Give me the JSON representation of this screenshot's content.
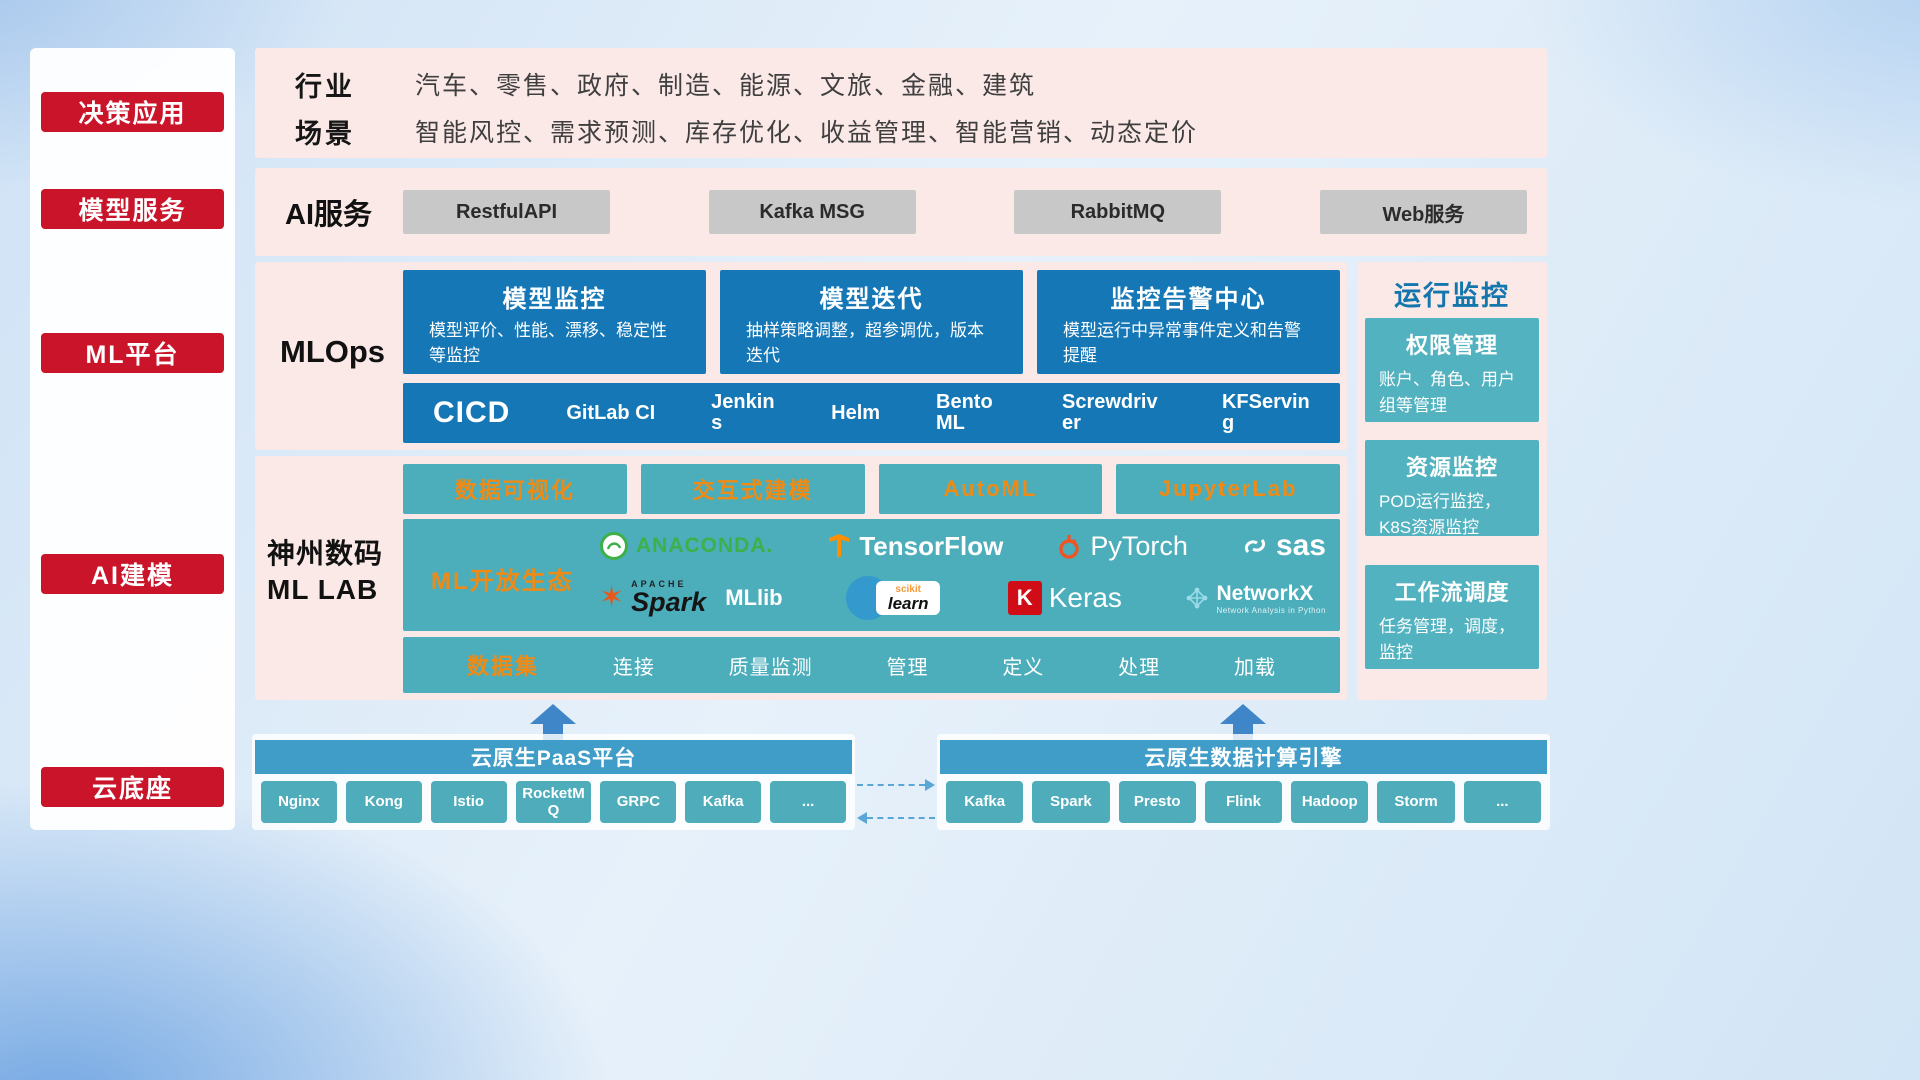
{
  "sidebar": {
    "items": [
      "决策应用",
      "模型服务",
      "ML平台",
      "AI建模",
      "云底座"
    ]
  },
  "top_row": {
    "industry_label": "行业",
    "industry_list": "汽车、零售、政府、制造、能源、文旅、金融、建筑",
    "scenario_label": "场景",
    "scenario_list": "智能风控、需求预测、库存优化、收益管理、智能营销、动态定价"
  },
  "ai_service": {
    "label": "AI服务",
    "buttons": [
      "RestfulAPI",
      "Kafka MSG",
      "RabbitMQ",
      "Web服务"
    ]
  },
  "mlops": {
    "label": "MLOps",
    "boxes": [
      {
        "title": "模型监控",
        "desc": "模型评价、性能、漂移、稳定性等监控"
      },
      {
        "title": "模型迭代",
        "desc": "抽样策略调整，超参调优，版本迭代"
      },
      {
        "title": "监控告警中心",
        "desc": "模型运行中异常事件定义和告警提醒"
      }
    ],
    "cicd": {
      "label": "CICD",
      "items": [
        "GitLab CI",
        "Jenkins",
        "Helm",
        "BentoML",
        "Screwdriver",
        "KFServing"
      ]
    }
  },
  "mllab": {
    "label_line1": "神州数码",
    "label_line2": "ML LAB",
    "tools": [
      "数据可视化",
      "交互式建模",
      "AutoML",
      "JupyterLab"
    ],
    "eco_label": "ML开放生态",
    "logos": {
      "anaconda": "ANACONDA.",
      "tensorflow": "TensorFlow",
      "pytorch": "PyTorch",
      "sas": "sas",
      "spark_apache": "APACHE",
      "spark": "Spark",
      "mllib": "MLlib",
      "scikit_pre": "scikit",
      "scikit": "learn",
      "keras_k": "K",
      "keras": "Keras",
      "networkx": "NetworkX",
      "networkx_sub": "Network Analysis in Python"
    },
    "dataset": {
      "label": "数据集",
      "items": [
        "连接",
        "质量监测",
        "管理",
        "定义",
        "处理",
        "加载"
      ]
    }
  },
  "monitoring": {
    "title": "运行监控",
    "boxes": [
      {
        "title": "权限管理",
        "desc": "账户、角色、用户组等管理"
      },
      {
        "title": "资源监控",
        "desc": "POD运行监控，K8S资源监控"
      },
      {
        "title": "工作流调度",
        "desc": "任务管理，调度，监控"
      }
    ]
  },
  "cloud_base": {
    "paas": {
      "title": "云原生PaaS平台",
      "chips": [
        "Nginx",
        "Kong",
        "Istio",
        "RocketMQ",
        "GRPC",
        "Kafka",
        "..."
      ]
    },
    "engine": {
      "title": "云原生数据计算引擎",
      "chips": [
        "Kafka",
        "Spark",
        "Presto",
        "Flink",
        "Hadoop",
        "Storm",
        "..."
      ]
    }
  },
  "icons": {
    "spark_star": "✶"
  },
  "colors": {
    "accent_red": "#c9142a",
    "panel_pink": "#fbe9e7",
    "deep_blue": "#1577b5",
    "teal": "#4cadbb",
    "teal_box": "#52b2c0",
    "bar_blue": "#3f9dc8",
    "orange_text": "#ef8b15",
    "gray_button": "#c8c8c8",
    "monitor_title_blue": "#1376ad",
    "arrow_blue": "#3e86c8"
  }
}
